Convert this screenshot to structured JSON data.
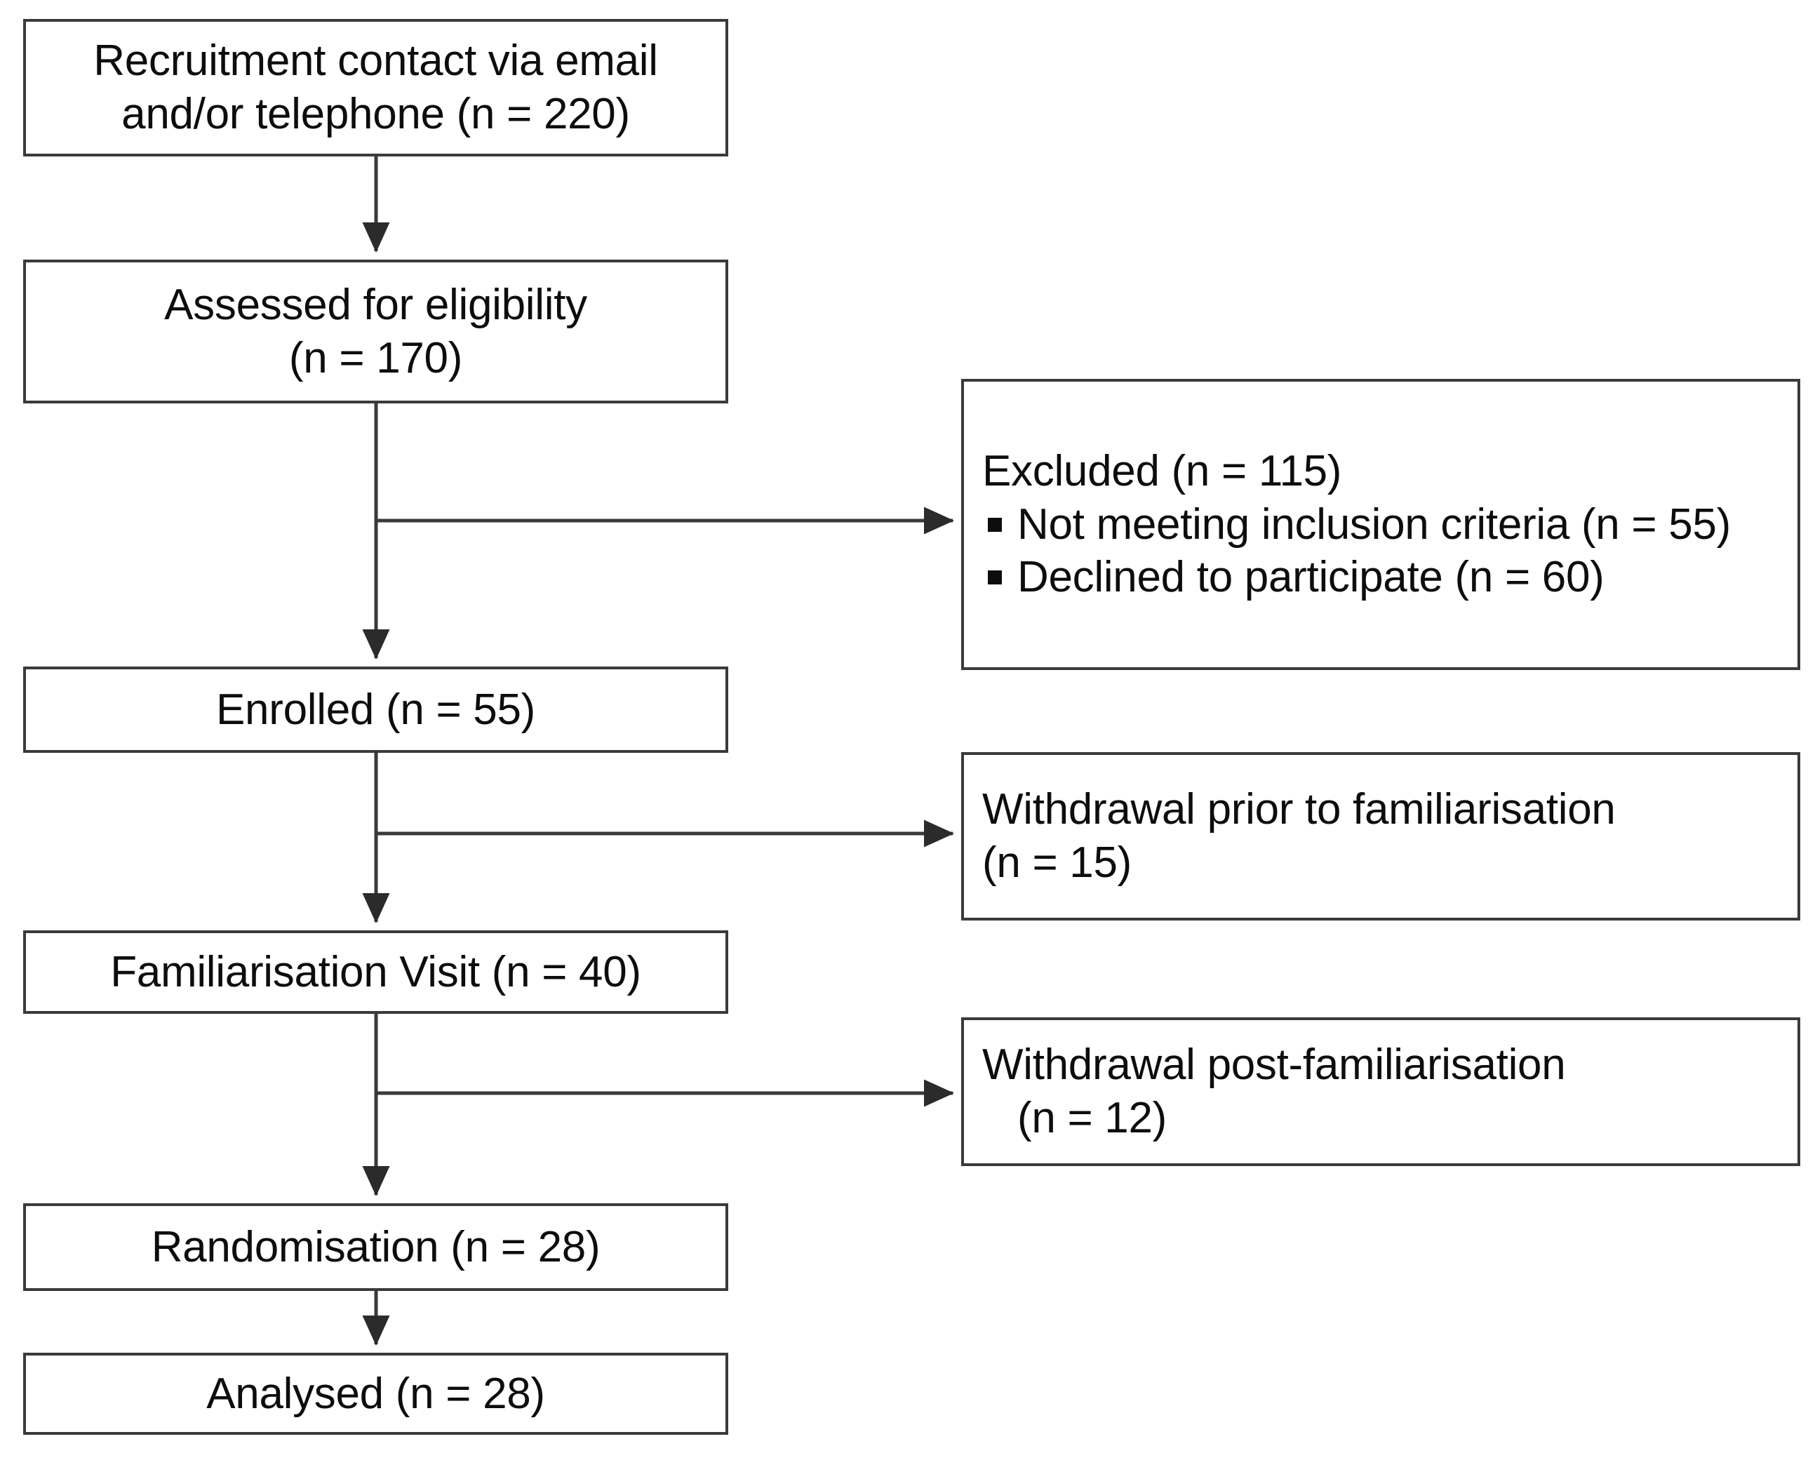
{
  "diagram": {
    "title": "CONSORT participant flow diagram",
    "type": "flowchart",
    "colors": {
      "box_border": "#3a3a3a",
      "box_fill": "#ffffff",
      "connector": "#3a3a3a",
      "text": "#0d0d0d"
    },
    "main_flow": [
      {
        "id": "recruitment",
        "lines": [
          "Recruitment contact via email",
          "and/or telephone (n = 220)"
        ],
        "n": 220
      },
      {
        "id": "assessed",
        "lines": [
          "Assessed for eligibility",
          "(n = 170)"
        ],
        "n": 170
      },
      {
        "id": "enrolled",
        "lines": [
          "Enrolled (n = 55)"
        ],
        "n": 55
      },
      {
        "id": "familiarisation",
        "lines": [
          "Familiarisation Visit (n = 40)"
        ],
        "n": 40
      },
      {
        "id": "randomisation",
        "lines": [
          "Randomisation (n = 28)"
        ],
        "n": 28
      },
      {
        "id": "analysed",
        "lines": [
          "Analysed (n = 28)"
        ],
        "n": 28
      }
    ],
    "side_branches": [
      {
        "id": "excluded",
        "heading": "Excluded (n = 115)",
        "n": 115,
        "bullets": [
          {
            "text": "Not meeting inclusion criteria",
            "sub": "(n = 55)",
            "n": 55
          },
          {
            "text": "Declined to participate (n = 60)",
            "sub": "",
            "n": 60
          }
        ],
        "from": "assessed"
      },
      {
        "id": "withdrawal-pre",
        "lines": [
          "Withdrawal prior to familiarisation",
          "(n = 15)"
        ],
        "n": 15,
        "from": "enrolled"
      },
      {
        "id": "withdrawal-post",
        "lines": [
          "Withdrawal post-familiarisation",
          "(n = 12)"
        ],
        "n": 12,
        "from": "familiarisation"
      }
    ]
  }
}
